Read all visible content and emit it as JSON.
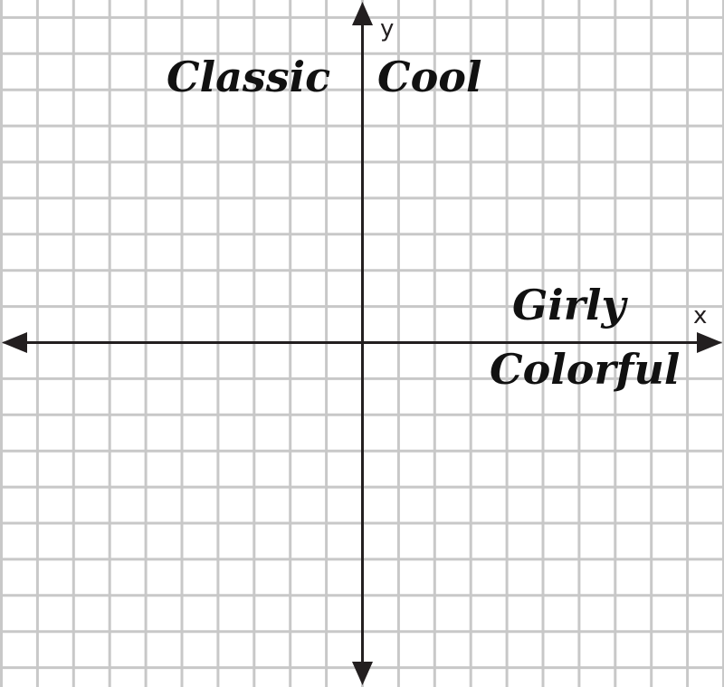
{
  "graph": {
    "x_axis_label": "x",
    "y_axis_label": "y",
    "quadrant_labels": {
      "top_left": "Classic",
      "top_right": "Cool",
      "right_above_x_axis": "Girly",
      "right_below_x_axis": "Colorful"
    }
  },
  "colors": {
    "grid_line": "#c8c8c8",
    "axis_line": "#231f20",
    "label_text": "#111111",
    "background": "#ffffff"
  }
}
